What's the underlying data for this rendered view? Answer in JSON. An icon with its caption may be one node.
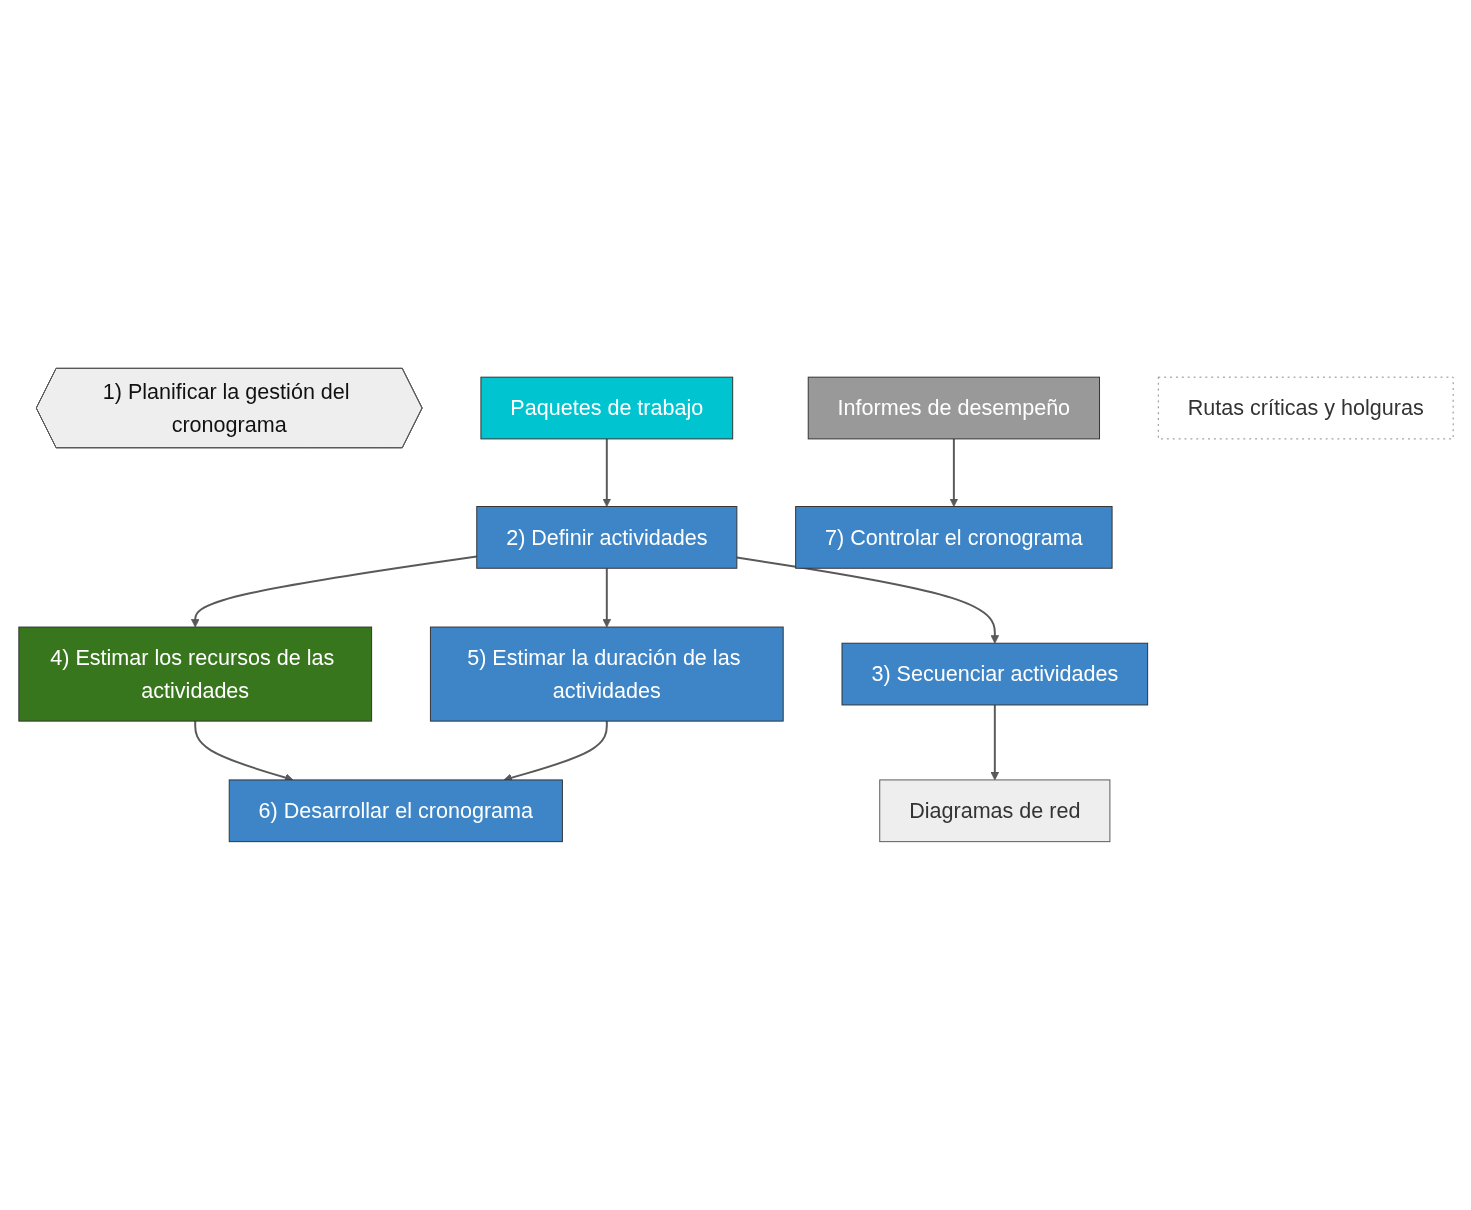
{
  "diagram": {
    "nodes": [
      {
        "text": [
          "1) Planificar la gestión del cronograma"
        ]
      },
      {
        "text": [
          "Paquetes de trabajo"
        ]
      },
      {
        "text": [
          "4) Estimar los recursos de las actividades"
        ]
      },
      {
        "text": [
          "2) Definir actividades"
        ]
      },
      {
        "text": [
          "5) Estimar la duración de las actividades"
        ]
      },
      {
        "text": [
          "6) Desarrollar el cronograma"
        ]
      },
      {
        "text": [
          "3) Secuenciar actividades"
        ]
      },
      {
        "text": [
          "Informes de desempeño"
        ]
      },
      {
        "text": [
          "7) Controlar el cronograma"
        ]
      },
      {
        "text": [
          "Diagramas de red"
        ]
      },
      {
        "text": [
          "Rutas críticas y holguras"
        ]
      }
    ],
    "edges": [
      {
        "from": 1,
        "to": 3,
        "arrow": "to"
      },
      {
        "from": 3,
        "to": 2,
        "arrow": "to"
      },
      {
        "from": 3,
        "to": 4,
        "arrow": "to"
      },
      {
        "from": 2,
        "to": 5,
        "arrow": "to"
      },
      {
        "from": 4,
        "to": 5,
        "arrow": "to"
      },
      {
        "from": 3,
        "to": 6,
        "arrow": "to"
      },
      {
        "from": 7,
        "to": 8,
        "arrow": "to"
      },
      {
        "from": 6,
        "to": 9,
        "arrow": "to"
      }
    ]
  }
}
